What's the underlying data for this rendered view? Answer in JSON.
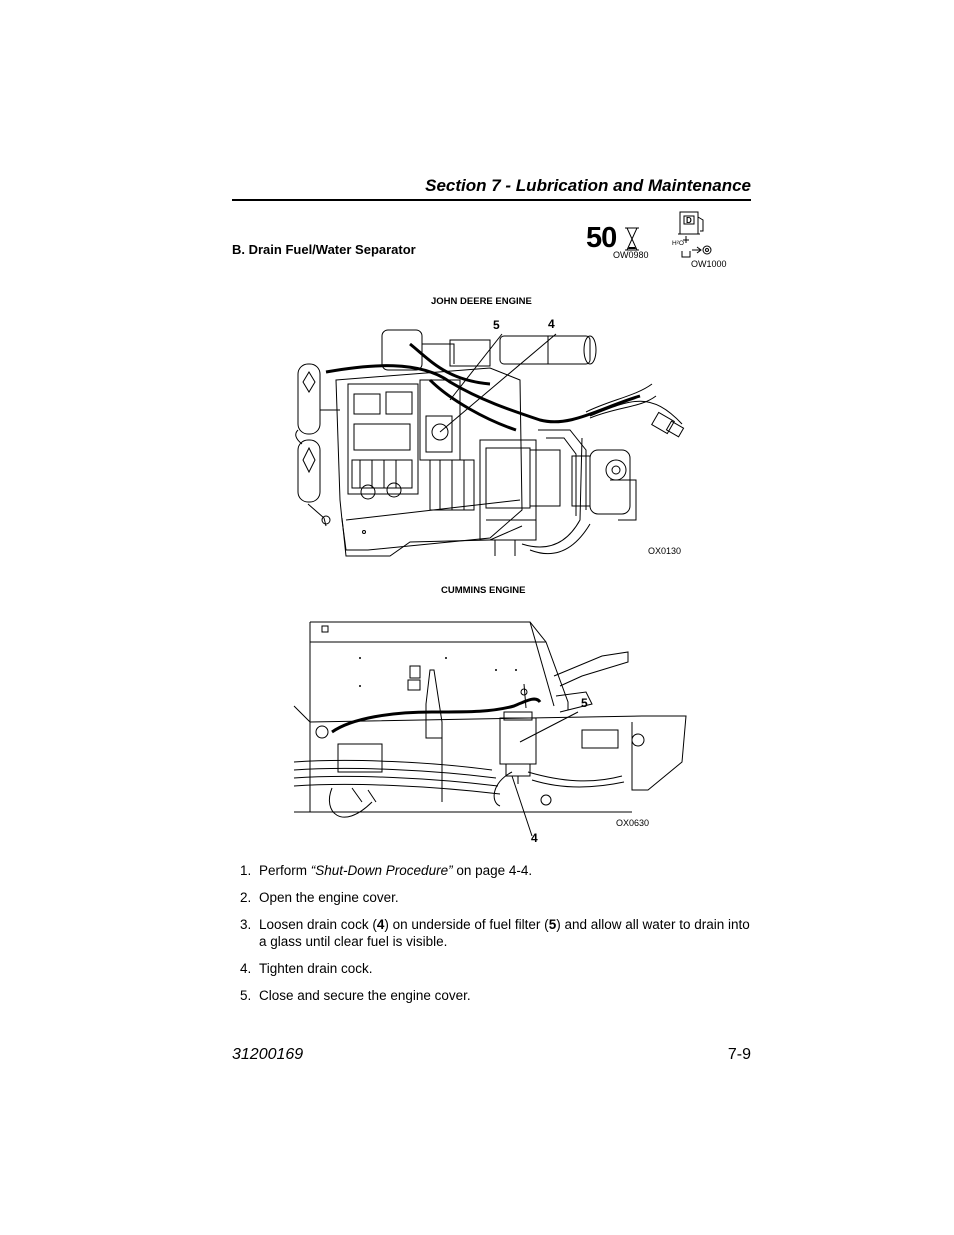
{
  "header": {
    "section_title": "Section 7 - Lubrication and Maintenance"
  },
  "procedure": {
    "heading": "B. Drain Fuel/Water Separator",
    "interval_hours": "50",
    "interval_icon_code": "OW0980",
    "fuel_icon_code": "OW1000",
    "fuel_icon_h2o_text": "H²O"
  },
  "figures": {
    "john_deere": {
      "caption": "JOHN DEERE ENGINE",
      "code": "OX0130",
      "callout_5": "5",
      "callout_4": "4"
    },
    "cummins": {
      "caption": "CUMMINS ENGINE",
      "code": "OX0630",
      "callout_5": "5",
      "callout_4": "4"
    }
  },
  "steps": [
    {
      "num": "1.",
      "pre": "Perform ",
      "ref": "“Shut-Down Procedure”",
      "post": " on page 4-4."
    },
    {
      "num": "2.",
      "text": "Open the engine cover."
    },
    {
      "num": "3.",
      "t1": "Loosen drain cock (",
      "b1": "4",
      "t2": ") on underside of fuel filter (",
      "b2": "5",
      "t3": ") and allow all water to drain into a glass until clear fuel is visible."
    },
    {
      "num": "4.",
      "text": "Tighten drain cock."
    },
    {
      "num": "5.",
      "text": "Close and secure the engine cover."
    }
  ],
  "footer": {
    "doc_number": "31200169",
    "page_number": "7-9"
  }
}
